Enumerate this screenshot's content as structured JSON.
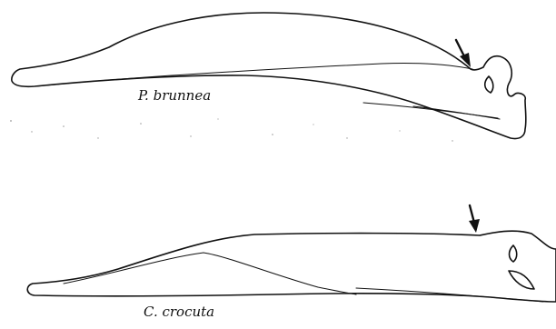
{
  "figure": {
    "specimens": [
      {
        "id": "top",
        "label": "P. brunnea"
      },
      {
        "id": "bottom",
        "label": "C. crocuta"
      }
    ],
    "arrow_icon": "arrow-pointer-icon"
  }
}
